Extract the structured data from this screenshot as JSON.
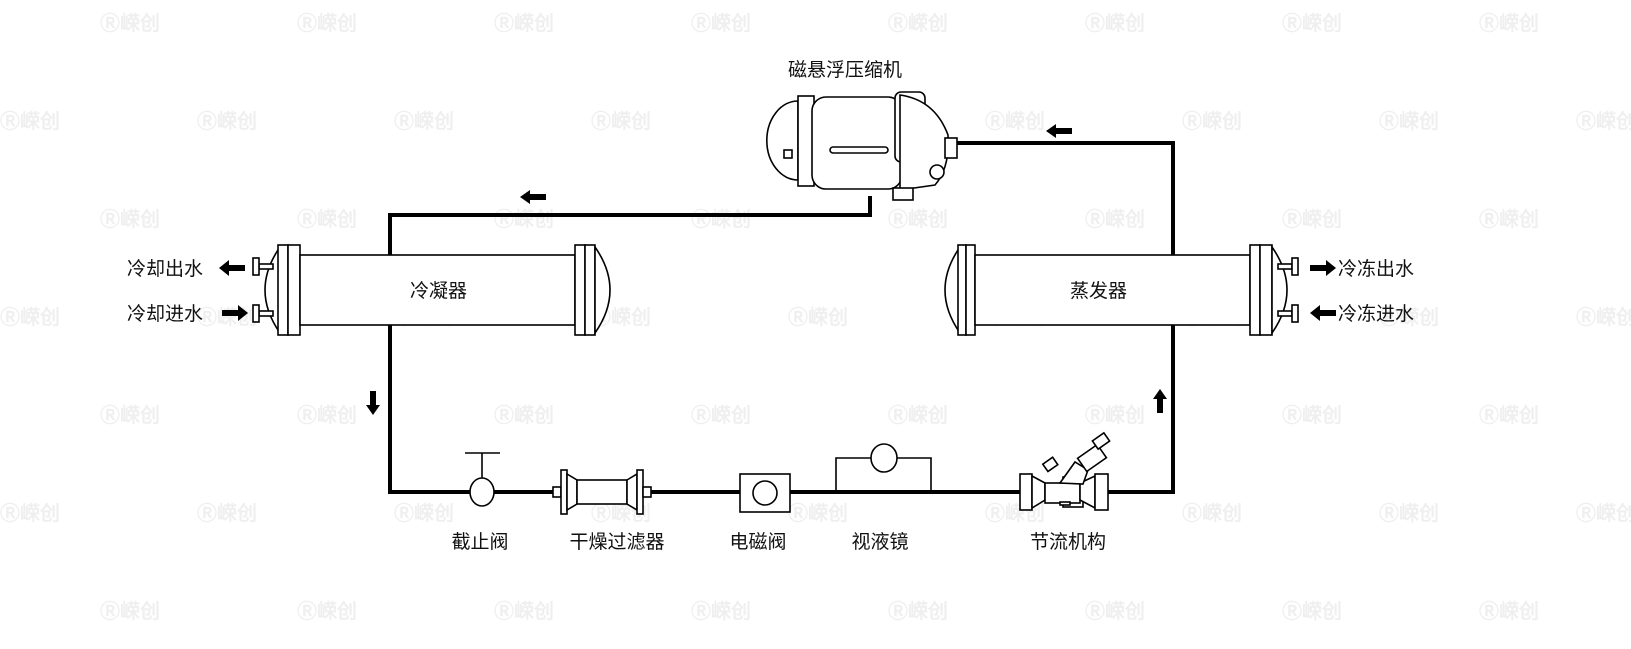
{
  "title": "磁悬浮冷水机组制冷循环原理图",
  "watermark": "嵘创",
  "components": {
    "compressor": "磁悬浮压缩机",
    "condenser": "冷凝器",
    "evaporator": "蒸发器",
    "stop_valve": "截止阀",
    "dryer_filter": "干燥过滤器",
    "solenoid_valve": "电磁阀",
    "sight_glass": "视液镜",
    "throttle": "节流机构"
  },
  "water": {
    "cooling_out": "冷却出水",
    "cooling_in": "冷却进水",
    "chilled_out": "冷冻出水",
    "chilled_in": "冷冻进水"
  }
}
